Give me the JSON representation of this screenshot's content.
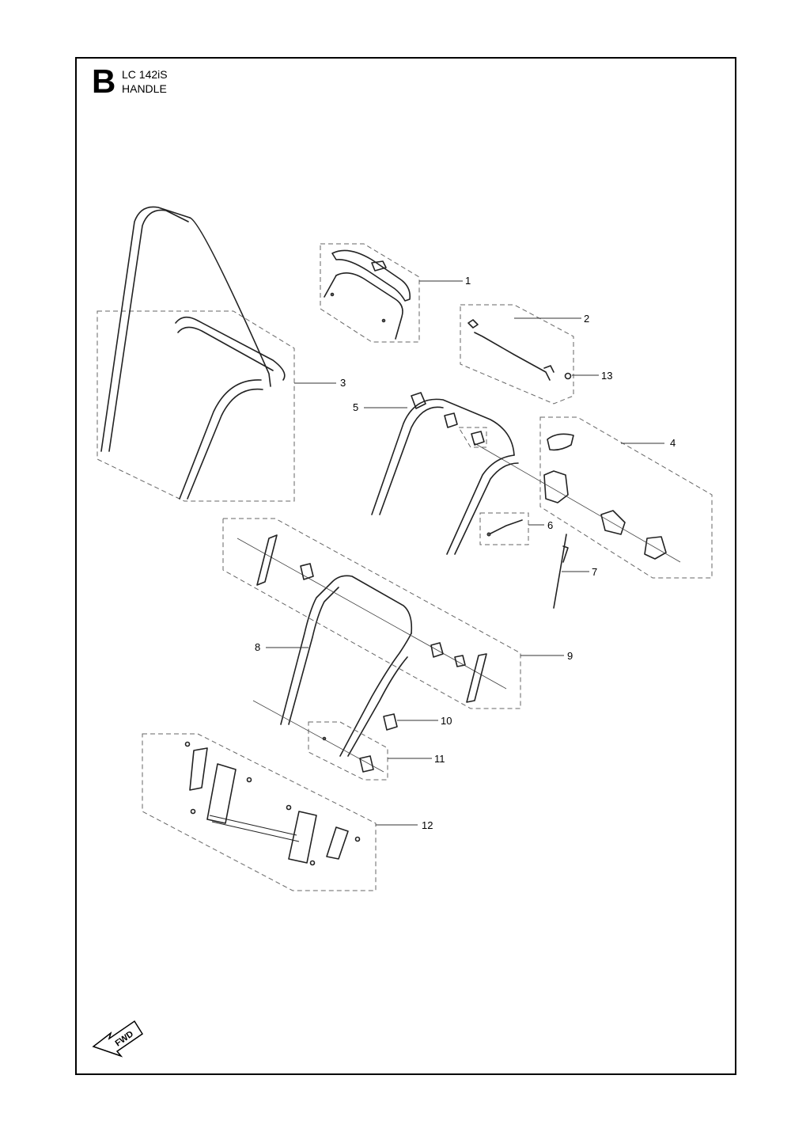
{
  "header": {
    "section_letter": "B",
    "model_code": "LC 142iS",
    "section_name": "HANDLE"
  },
  "callouts": [
    "1",
    "2",
    "3",
    "4",
    "5",
    "6",
    "7",
    "8",
    "9",
    "10",
    "11",
    "12",
    "13"
  ],
  "fwd_label": "FWD"
}
